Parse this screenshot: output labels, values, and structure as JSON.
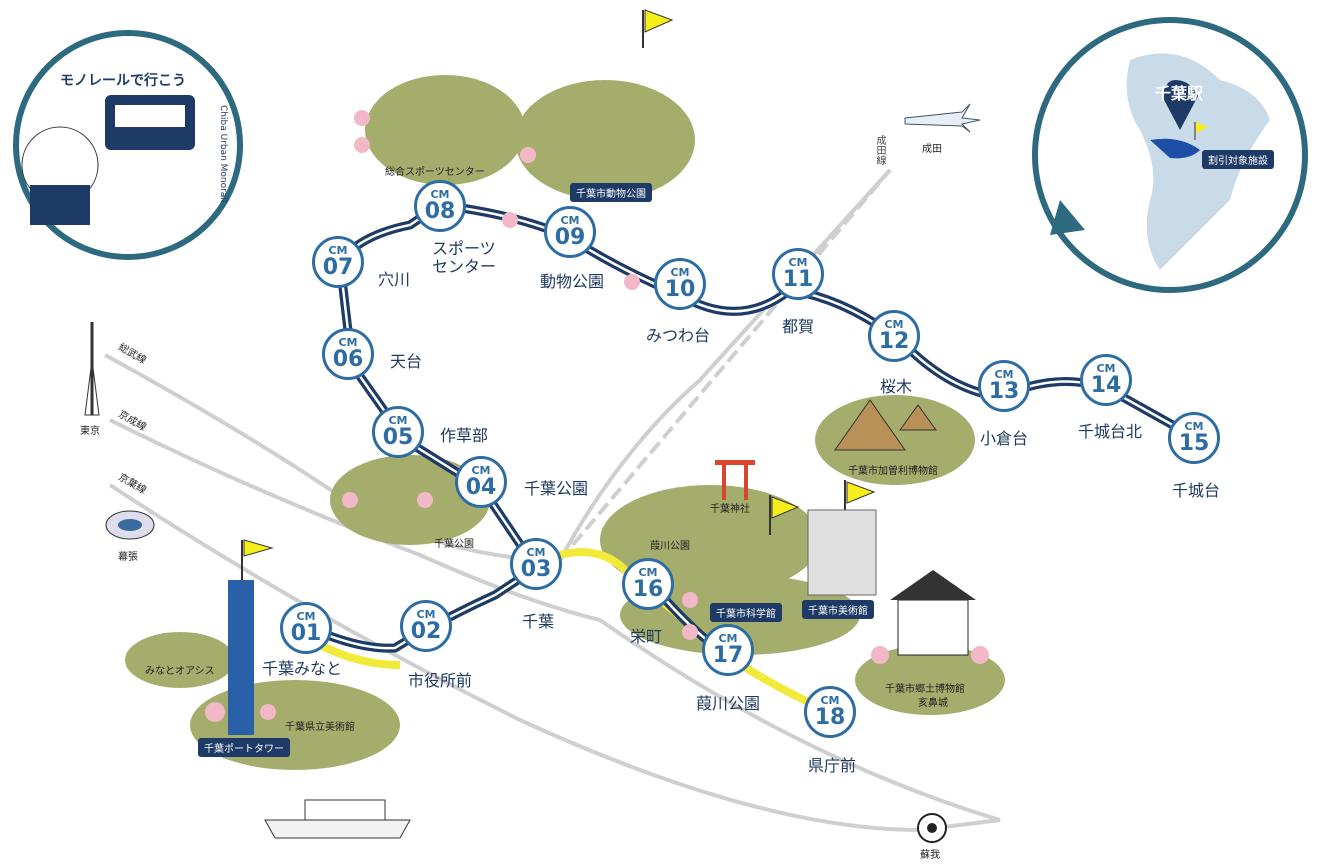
{
  "stations": [
    {
      "id": "01",
      "cm": "CM",
      "num": "01",
      "name": "千葉みなと"
    },
    {
      "id": "02",
      "cm": "CM",
      "num": "02",
      "name": "市役所前"
    },
    {
      "id": "03",
      "cm": "CM",
      "num": "03",
      "name": "千葉"
    },
    {
      "id": "04",
      "cm": "CM",
      "num": "04",
      "name": "千葉公園"
    },
    {
      "id": "05",
      "cm": "CM",
      "num": "05",
      "name": "作草部"
    },
    {
      "id": "06",
      "cm": "CM",
      "num": "06",
      "name": "天台"
    },
    {
      "id": "07",
      "cm": "CM",
      "num": "07",
      "name": "穴川"
    },
    {
      "id": "08",
      "cm": "CM",
      "num": "08",
      "name": "スポーツ\nセンター"
    },
    {
      "id": "09",
      "cm": "CM",
      "num": "09",
      "name": "動物公園"
    },
    {
      "id": "10",
      "cm": "CM",
      "num": "10",
      "name": "みつわ台"
    },
    {
      "id": "11",
      "cm": "CM",
      "num": "11",
      "name": "都賀"
    },
    {
      "id": "12",
      "cm": "CM",
      "num": "12",
      "name": "桜木"
    },
    {
      "id": "13",
      "cm": "CM",
      "num": "13",
      "name": "小倉台"
    },
    {
      "id": "14",
      "cm": "CM",
      "num": "14",
      "name": "千城台北"
    },
    {
      "id": "15",
      "cm": "CM",
      "num": "15",
      "name": "千城台"
    },
    {
      "id": "16",
      "cm": "CM",
      "num": "16",
      "name": "栄町"
    },
    {
      "id": "17",
      "cm": "CM",
      "num": "17",
      "name": "葭川公園"
    },
    {
      "id": "18",
      "cm": "CM",
      "num": "18",
      "name": "県庁前"
    }
  ],
  "facilities": {
    "sports_center": "総合スポーツセンター",
    "zoo": "千葉市動物公園",
    "chiba_park": "千葉公園",
    "shrine": "千葉神社",
    "yoshikawa_park": "葭川公園",
    "science_museum": "千葉市科学館",
    "art_museum": "千葉市美術館",
    "kasori": "千葉市加曽利博物館",
    "folk_museum": "千葉市郷土博物館",
    "folk_museum_sub": "亥鼻城",
    "port_tower": "千葉ポートタワー",
    "prefectural_art": "千葉県立美術館",
    "minato_oasis": "みなとオアシス"
  },
  "places": {
    "narita": "成田",
    "tokyo": "東京",
    "makuhari": "幕張",
    "soga": "蘇我"
  },
  "rail_lines": {
    "narita_line": "成田線",
    "sobu_line": "総武線",
    "keisei_line": "京成線",
    "keiyo_line": "京葉線"
  },
  "badge": {
    "jp_title": "モノレールで行こう",
    "en_title": "Chiba Urban Monorail"
  },
  "inset": {
    "station": "千葉駅",
    "legend": "割引対象施設"
  },
  "colors": {
    "line_main": "#1d3b66",
    "line_inner": "#ffffff",
    "line_yellow": "#f2ea3a",
    "station_border": "#2d6da4",
    "park_green": "#a5ad6d",
    "rail_gray": "#c8c8c8",
    "tag_navy": "#1e3a66",
    "inset_border": "#2d6a80",
    "inset_land": "#c9dbe9",
    "inset_highlight": "#1d4fa8",
    "flag_yellow": "#f5ee1a",
    "blossom_pink": "#f2b8c8"
  }
}
